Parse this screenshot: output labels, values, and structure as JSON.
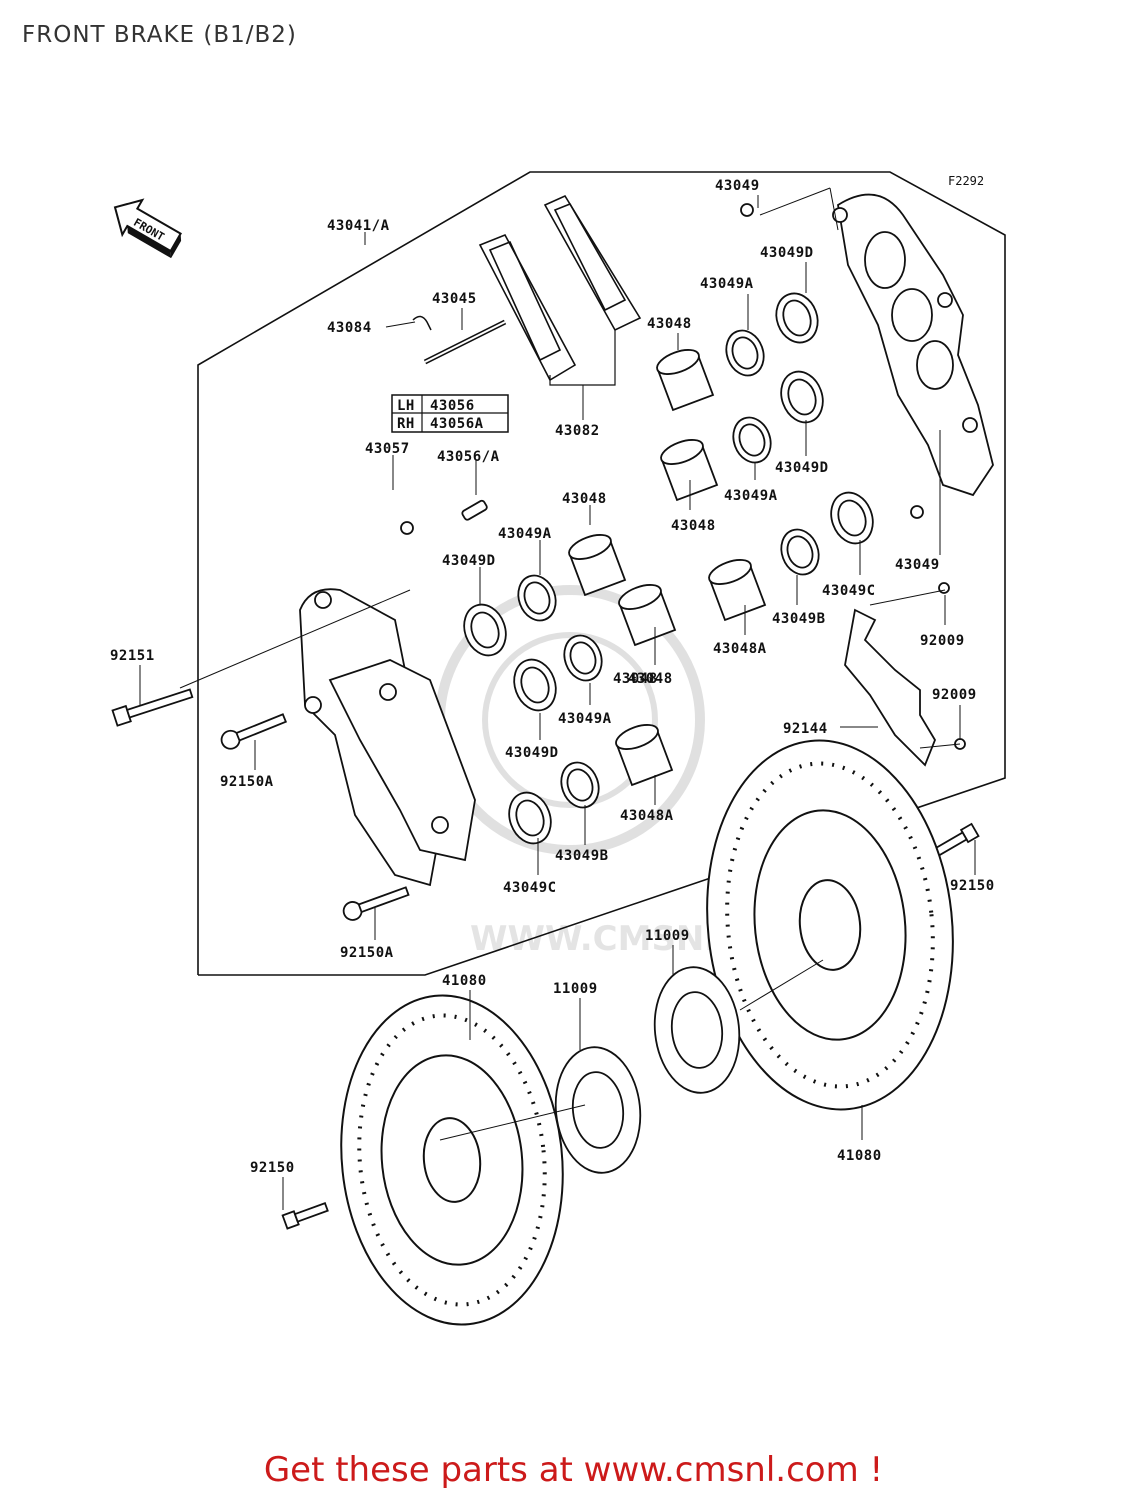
{
  "page": {
    "title": "FRONT BRAKE (B1/B2)"
  },
  "diagram": {
    "figure_code": "F2292",
    "front_arrow": "FRONT",
    "watermark": "WWW.CMSNL.COM",
    "table": {
      "rows": [
        {
          "side": "LH",
          "part": "43056"
        },
        {
          "side": "RH",
          "part": "43056A"
        }
      ]
    },
    "labels": [
      "43041/A",
      "43045",
      "43084",
      "43082",
      "43048",
      "43049",
      "43049D",
      "43049A",
      "43048",
      "43049D",
      "43048",
      "43049A",
      "43049",
      "43057",
      "43056/A",
      "43048",
      "43049A",
      "43049D",
      "43049C",
      "43048A",
      "43049B",
      "92009",
      "92151",
      "43048",
      "43049A",
      "92009",
      "92144",
      "92150A",
      "43049D",
      "43048A",
      "43049B",
      "43049C",
      "92150",
      "92150A",
      "11009",
      "41080",
      "11009",
      "92150",
      "41080"
    ]
  },
  "footer": {
    "cta": "Get these parts at www.cmsnl.com !"
  },
  "colors": {
    "cta_red": "#cc1a1a",
    "ink": "#111111"
  }
}
